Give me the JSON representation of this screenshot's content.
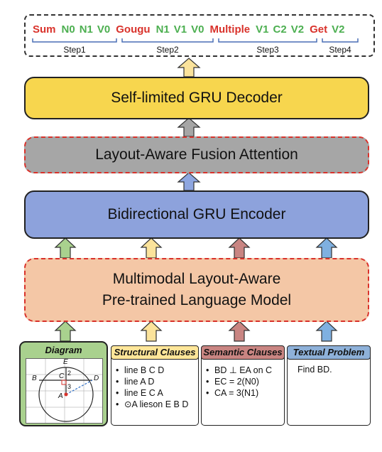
{
  "output": {
    "tokens": [
      {
        "text": "Sum",
        "color": "#d9322b"
      },
      {
        "text": "N0",
        "color": "#4caf50"
      },
      {
        "text": "N1",
        "color": "#4caf50"
      },
      {
        "text": "V0",
        "color": "#4caf50"
      },
      {
        "text": "Gougu",
        "color": "#d9322b"
      },
      {
        "text": "N1",
        "color": "#4caf50"
      },
      {
        "text": "V1",
        "color": "#4caf50"
      },
      {
        "text": "V0",
        "color": "#4caf50"
      },
      {
        "text": "Multiple",
        "color": "#d9322b"
      },
      {
        "text": "V1",
        "color": "#4caf50"
      },
      {
        "text": "C2",
        "color": "#4caf50"
      },
      {
        "text": "V2",
        "color": "#4caf50"
      },
      {
        "text": "Get",
        "color": "#d9322b"
      },
      {
        "text": "V2",
        "color": "#4caf50"
      }
    ],
    "steps": [
      "Step1",
      "Step2",
      "Step3",
      "Step4"
    ]
  },
  "decoder": {
    "label": "Self-limited GRU Decoder",
    "color": "#f7d64e"
  },
  "fusion": {
    "label": "Layout-Aware Fusion Attention",
    "color": "#a6a6a6"
  },
  "encoder": {
    "label": "Bidirectional GRU Encoder",
    "color": "#8da2dc"
  },
  "plm": {
    "line1": "Multimodal Layout-Aware",
    "line2": "Pre-trained Language Model",
    "color": "#f4c7a6"
  },
  "panels": {
    "diagram": {
      "title": "Diagram",
      "color": "#a9d18e",
      "points": [
        "E",
        "B",
        "C",
        "D",
        "A"
      ],
      "marks": [
        "2",
        "3"
      ]
    },
    "structural": {
      "title": "Structural Clauses",
      "color": "#ffe699",
      "items": [
        "line B C D",
        "line A D",
        "line E C A",
        "⊙A lieson E B D"
      ]
    },
    "semantic": {
      "title": "Semantic Clauses",
      "color": "#c98582",
      "items": [
        "BD ⊥ EA on C",
        "EC = 2(N0)",
        "CA = 3(N1)"
      ]
    },
    "textual": {
      "title": "Textual Problem",
      "color": "#8eb1d9",
      "text": "Find BD."
    }
  },
  "arrow_colors": {
    "yellow": "#fbe39b",
    "gray": "#a6a6a6",
    "blue": "#8ea6e0",
    "green": "#a9d18e",
    "red": "#c98582",
    "lightblue": "#7fb0e0"
  }
}
